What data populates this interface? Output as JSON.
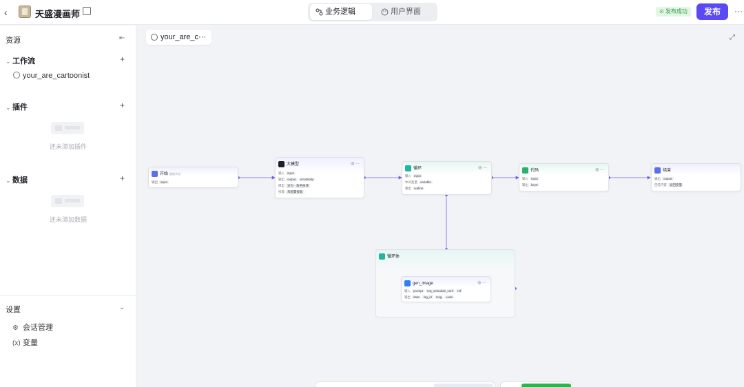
{
  "header": {
    "title": "天盛漫画师",
    "tabs": [
      {
        "label": "业务逻辑",
        "active": true
      },
      {
        "label": "用户界面",
        "active": false
      }
    ],
    "status": "⊙ 发布成功",
    "publish_label": "发布",
    "more": "···",
    "accent": "#5b49f5"
  },
  "sidebar": {
    "title": "资源",
    "sections": {
      "workflow": {
        "label": "工作流",
        "items": [
          "your_are_cartoonist"
        ]
      },
      "plugins": {
        "label": "插件",
        "empty": "还未添加插件"
      },
      "data": {
        "label": "数据",
        "empty": "还未添加数据"
      }
    },
    "settings": {
      "label": "设置",
      "items": [
        "会话管理",
        "变量"
      ]
    }
  },
  "canvas": {
    "tab_label": "your_are_c···",
    "nodes": {
      "start": {
        "title": "开始",
        "tag": "起始节点",
        "rows": [
          {
            "label": "输出",
            "pills": [
              "input"
            ]
          }
        ]
      },
      "llm": {
        "title": "大模型",
        "rows": [
          {
            "label": "输入",
            "pills": [
              "input"
            ]
          },
          {
            "label": "输出",
            "pills": [
              "output",
              "errorBody"
            ]
          },
          {
            "label": "模型",
            "pills": [
              "豆包 · 角色扮演"
            ]
          },
          {
            "label": "技能",
            "pills": [
              "未配置技能"
            ]
          }
        ]
      },
      "batch": {
        "title": "循环",
        "rows": [
          {
            "label": "输入",
            "pills": [
              "input"
            ]
          },
          {
            "label": "中间变量",
            "pills": [
              "variable"
            ]
          },
          {
            "label": "输出",
            "pills": [
              "outline"
            ]
          }
        ]
      },
      "code": {
        "title": "代码",
        "rows": [
          {
            "label": "输入",
            "pills": [
              "input"
            ]
          },
          {
            "label": "输出",
            "pills": [
              "key0"
            ]
          }
        ]
      },
      "end": {
        "title": "结束",
        "rows": [
          {
            "label": "输出",
            "pills": [
              "output"
            ]
          },
          {
            "label": "回答内容",
            "pills": [
              "返回变量"
            ]
          }
        ]
      },
      "loop": {
        "title": "循环体"
      },
      "gen": {
        "title": "gen_image",
        "rows": [
          {
            "label": "输入",
            "pills": [
              "prompt",
              "req_schedule_conf",
              "ref"
            ]
          },
          {
            "label": "输出",
            "pills": [
              "data",
              "log_id",
              "msg",
              "code"
            ]
          }
        ]
      }
    }
  }
}
